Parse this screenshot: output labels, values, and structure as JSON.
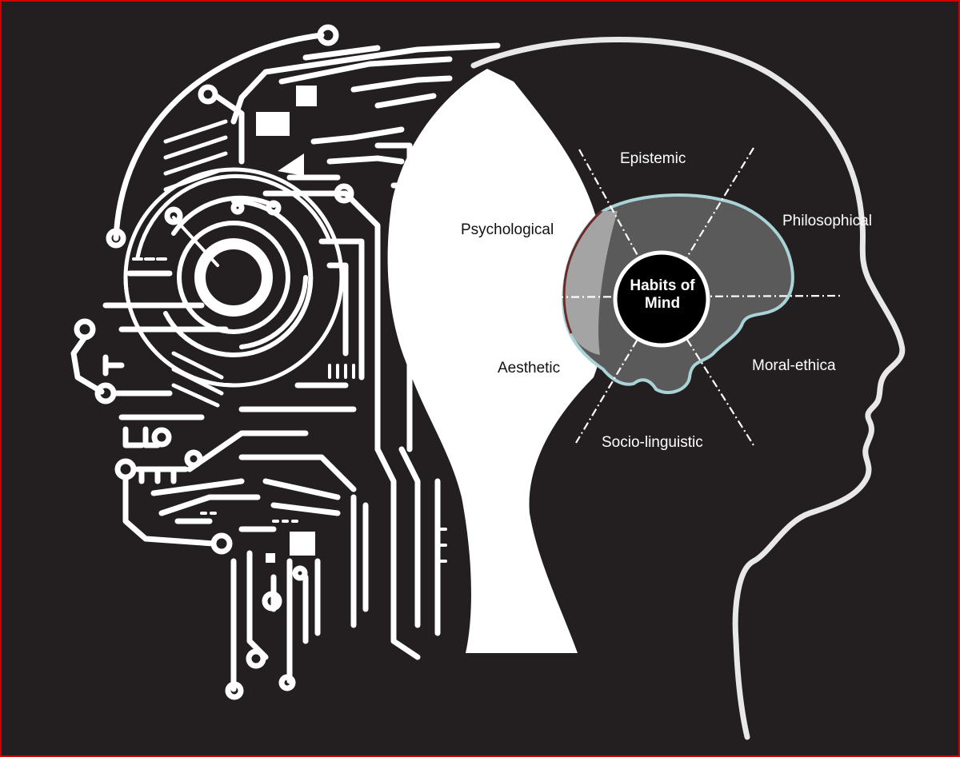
{
  "diagram": {
    "center": {
      "line1": "Habits of",
      "line2": "Mind"
    },
    "categories": {
      "epistemic": "Epistemic",
      "philosophical": "Philosophical",
      "psychological": "Psychological",
      "aesthetic": "Aesthetic",
      "moral_ethical": "Moral-ethica",
      "socio_linguistic": "Socio-linguistic"
    }
  },
  "colors": {
    "background": "#231f20",
    "frame_border": "#d10000",
    "line_art": "#ffffff",
    "brain_fill": "#5a5a5a",
    "brain_outline": "#a9d3d6",
    "brain_left_lobe": "#a4a4a4",
    "center_circle": "#000000"
  }
}
